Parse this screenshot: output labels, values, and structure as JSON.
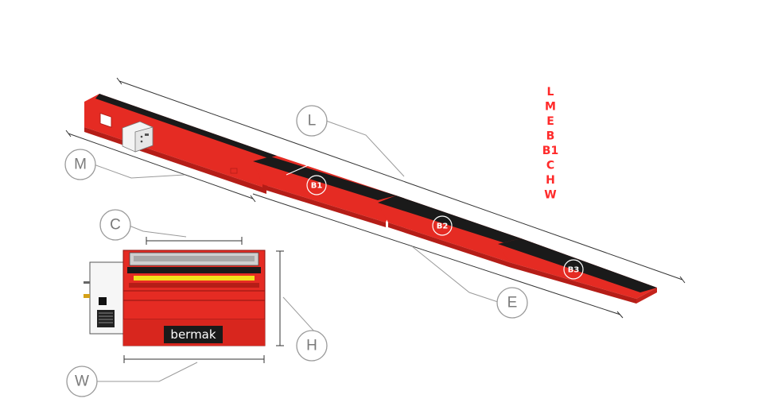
{
  "callouts": {
    "L": "L",
    "M": "M",
    "C": "C",
    "E": "E",
    "H": "H",
    "W": "W"
  },
  "sections": [
    "B1",
    "B2",
    "B3"
  ],
  "legend": [
    "L",
    "M",
    "E",
    "B",
    "B1",
    "C",
    "H",
    "W"
  ],
  "brand": "bermak",
  "colors": {
    "body": "#e52b23",
    "body_dark": "#b51d17",
    "belt": "#1a1a1a",
    "legend": "#ff2a2a",
    "callout": "#9a9a9a",
    "accent": "#f2e11b"
  }
}
